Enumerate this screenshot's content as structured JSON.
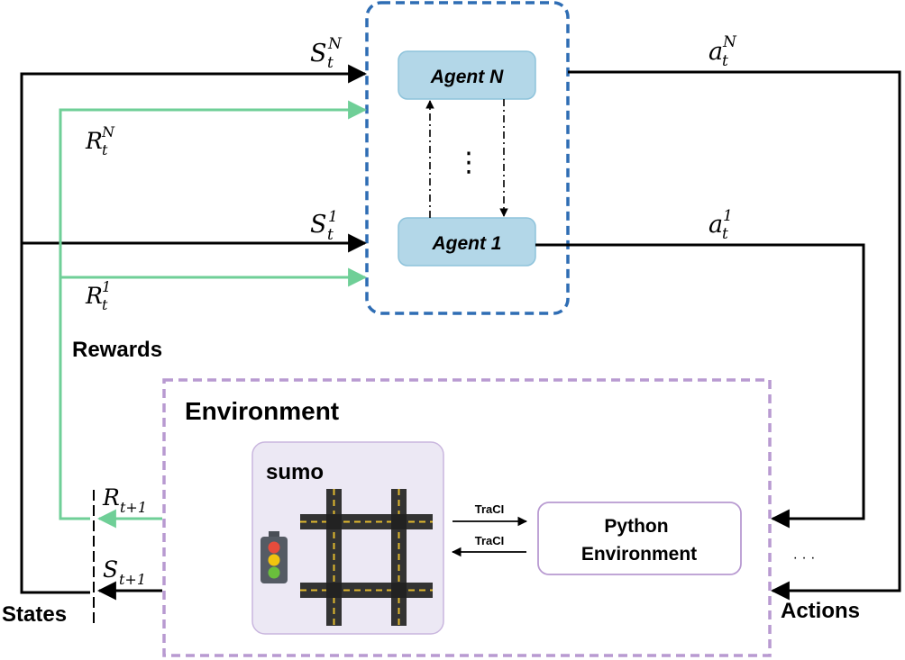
{
  "agents": {
    "agent_n": "Agent N",
    "agent_1": "Agent 1",
    "dots": "⋮"
  },
  "math": {
    "s": "S",
    "r": "R",
    "a": "a",
    "t": "t",
    "sup_n": "N",
    "sup_1": "1",
    "sub_t1": "t+1"
  },
  "labels": {
    "rewards": "Rewards",
    "states": "States",
    "actions": "Actions",
    "actions_dots": "· · ·"
  },
  "environment": {
    "title": "Environment",
    "sumo": "sumo",
    "traci_top": "TraCI",
    "traci_bottom": "TraCI",
    "python_line1": "Python",
    "python_line2": "Environment"
  },
  "colors": {
    "agent_fill": "#b3d7e8",
    "agent_stroke": "#8ec3db",
    "agent_box": "#2e6db4",
    "env_box": "#b89ad1",
    "reward_line": "#6fcf97",
    "sumo_fill": "#ece8f4",
    "road": "#333333",
    "road_marking": "#e0b82e"
  }
}
